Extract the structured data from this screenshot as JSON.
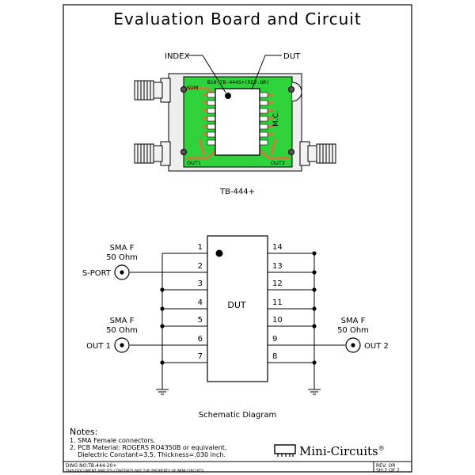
{
  "title": "Evaluation Board and Circuit",
  "board": {
    "index_label": "INDEX",
    "dut_label": "DUT",
    "board_marking": "B10-TB-444S+(REV.OR)",
    "side_marking": "M.C.",
    "pad_labels": [
      "SUM",
      "OUT1",
      "OUT2"
    ],
    "caption": "TB-444+",
    "colors": {
      "board": "#2fd23a",
      "copper": "#d8c89a",
      "trace": "#b08a3a",
      "metal": "#e8e8e8"
    }
  },
  "schematic": {
    "left_connector_label_1": [
      "SMA F",
      "50 Ohm"
    ],
    "left_connector_label_2": [
      "SMA F",
      "50 Ohm"
    ],
    "right_connector_label": [
      "SMA F",
      "50 Ohm"
    ],
    "s_port": "S-PORT",
    "out1": "OUT 1",
    "out2": "OUT 2",
    "dut": "DUT",
    "left_pins": [
      "1",
      "2",
      "3",
      "4",
      "5",
      "6",
      "7"
    ],
    "right_pins": [
      "14",
      "13",
      "12",
      "11",
      "10",
      "9",
      "8"
    ],
    "caption": "Schematic Diagram"
  },
  "notes": {
    "heading": "Notes:",
    "items": [
      "1. SMA Female connectors.",
      "2. PCB Material: ROGERS RO4350B or equivalent,",
      "    Dielectric Constant=3.5, Thickness=.030 inch."
    ]
  },
  "footer": {
    "drawing_no": "DWG NO:TB-444-20+",
    "property_note": "THIS DOCUMENT AND ITS CONTENTS ARE THE PROPERTY OF MINI-CIRCUITS.",
    "rev": "REV: OR",
    "sheet": "SH:2 OF 2",
    "brand": "Mini-Circuits",
    "registered": "®"
  }
}
